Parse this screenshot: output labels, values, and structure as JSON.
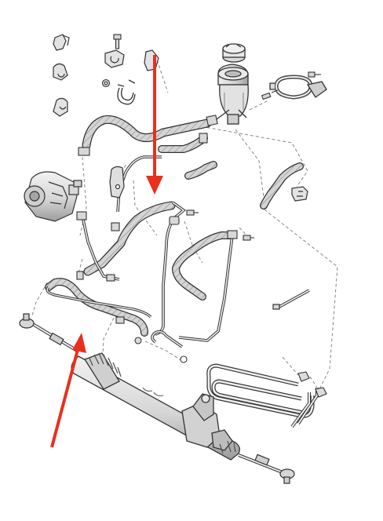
{
  "diagram": {
    "kind": "exploded parts view",
    "colors": {
      "line": "#333333",
      "part_fill": "#e6e6e6",
      "part_shade": "#b9b9b9",
      "hose_fill": "#d2d2d2",
      "leader": "#7a7a7a",
      "highlight_arrow": "#e8301c",
      "background": "#ffffff"
    },
    "highlight_arrows": [
      "pointing-down-arrow",
      "pointing-up-right-arrow"
    ]
  }
}
